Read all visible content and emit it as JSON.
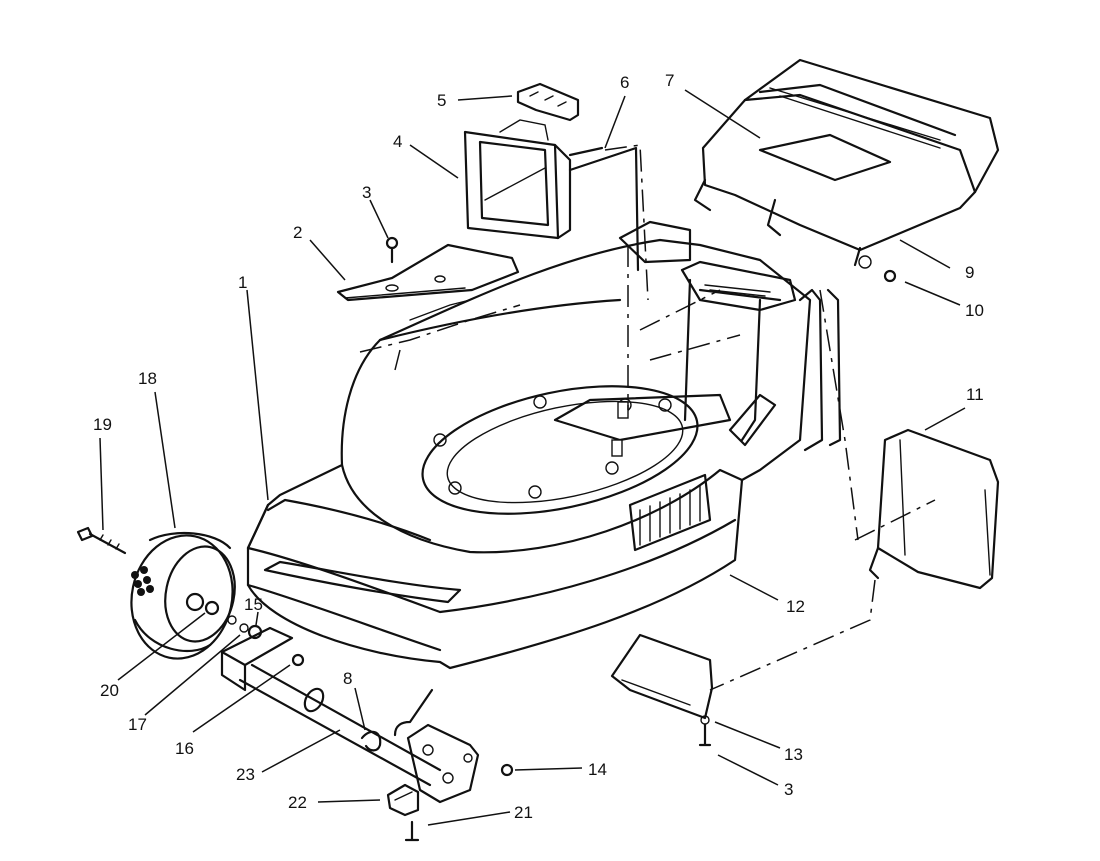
{
  "callouts": [
    {
      "id": "c1",
      "label": "1"
    },
    {
      "id": "c2",
      "label": "2"
    },
    {
      "id": "c3a",
      "label": "3"
    },
    {
      "id": "c3b",
      "label": "3"
    },
    {
      "id": "c4",
      "label": "4"
    },
    {
      "id": "c5",
      "label": "5"
    },
    {
      "id": "c6",
      "label": "6"
    },
    {
      "id": "c7",
      "label": "7"
    },
    {
      "id": "c8",
      "label": "8"
    },
    {
      "id": "c9",
      "label": "9"
    },
    {
      "id": "c10",
      "label": "10"
    },
    {
      "id": "c11",
      "label": "11"
    },
    {
      "id": "c12",
      "label": "12"
    },
    {
      "id": "c13",
      "label": "13"
    },
    {
      "id": "c14",
      "label": "14"
    },
    {
      "id": "c15",
      "label": "15"
    },
    {
      "id": "c16",
      "label": "16"
    },
    {
      "id": "c17",
      "label": "17"
    },
    {
      "id": "c18",
      "label": "18"
    },
    {
      "id": "c19",
      "label": "19"
    },
    {
      "id": "c20",
      "label": "20"
    },
    {
      "id": "c21",
      "label": "21"
    },
    {
      "id": "c22",
      "label": "22"
    },
    {
      "id": "c23",
      "label": "23"
    }
  ]
}
